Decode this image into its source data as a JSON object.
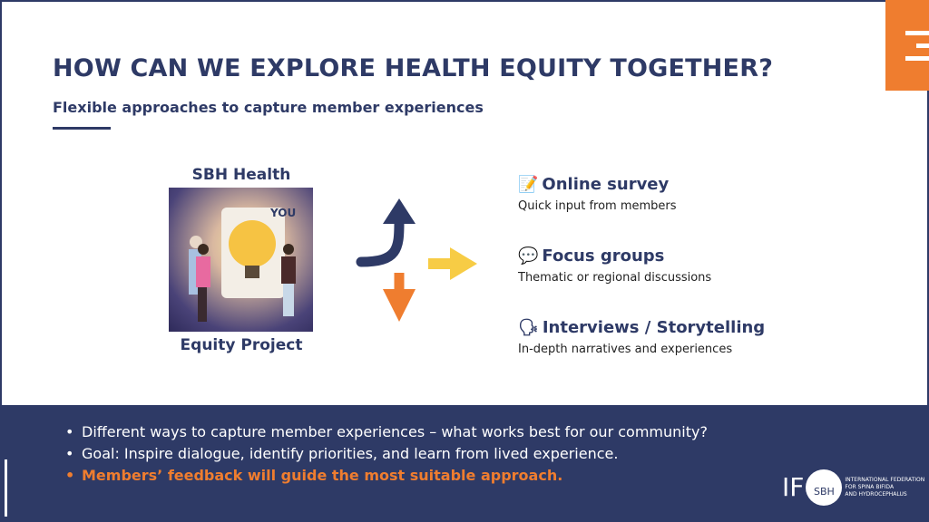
{
  "title": "HOW CAN WE EXPLORE HEALTH EQUITY TOGETHER?",
  "subtitle": "Flexible approaches to capture member experiences",
  "illustration": {
    "caption_top": "SBH Health",
    "caption_bottom": "Equity Project",
    "puzzle_text": "YOU"
  },
  "approaches": [
    {
      "icon": "memo-icon",
      "glyph": "📝",
      "title": "Online survey",
      "desc": "Quick input from members"
    },
    {
      "icon": "speech-bubble-icon",
      "glyph": "💬",
      "title": "Focus groups",
      "desc": "Thematic or regional discussions"
    },
    {
      "icon": "speaking-head-icon",
      "glyph": "🗣",
      "title": "Interviews / Storytelling",
      "desc": "In-depth narratives and experiences"
    }
  ],
  "bullets": [
    "Different ways to capture member experiences – what works best for our community?",
    "Goal: Inspire dialogue, identify priorities, and learn from lived experience.",
    "Members’ feedback will guide the most suitable approach."
  ],
  "logo": {
    "mark": "IF",
    "inner": "SBH",
    "lines": [
      "INTERNATIONAL FEDERATION",
      "FOR SPINA BIFIDA",
      "AND HYDROCEPHALUS"
    ]
  },
  "colors": {
    "navy": "#2e3a66",
    "orange": "#ef7d2f",
    "yellow": "#f7cc45"
  }
}
